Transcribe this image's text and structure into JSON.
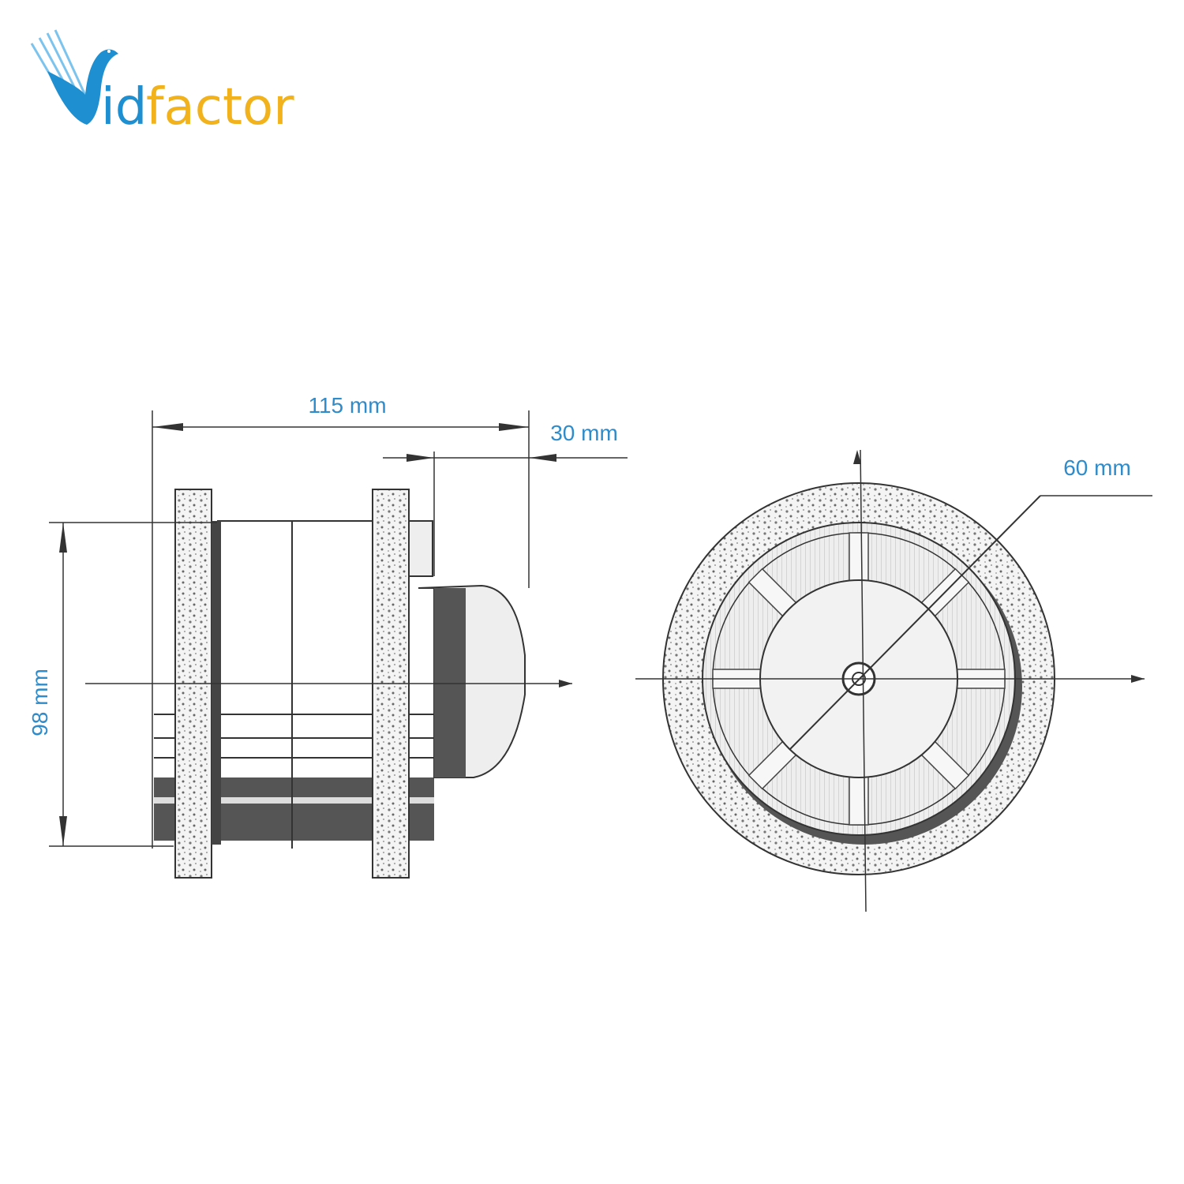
{
  "logo": {
    "text_id": "id",
    "text_factor": "factor",
    "brand": "Vidfactor"
  },
  "colors": {
    "dimension_text": "#2f8bc9",
    "logo_blue": "#1e8fd0",
    "logo_yellow": "#f1b21b",
    "line": "#333333"
  },
  "dimensions": {
    "length": "115 mm",
    "cap": "30 mm",
    "height": "98 mm",
    "diameter": "60 mm"
  }
}
